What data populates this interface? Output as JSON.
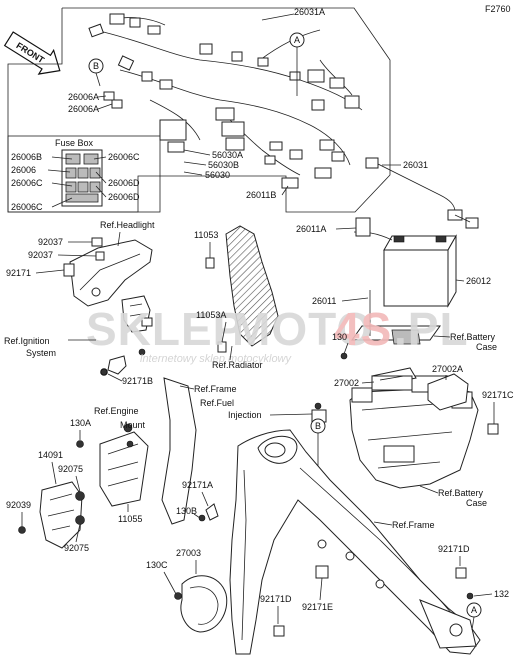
{
  "figure_code": "F2760",
  "direction": "FRONT",
  "watermark": {
    "brand_left": "SKLEP",
    "brand_mid": "MOTO",
    "brand_num": "4S",
    "brand_tld": ".PL",
    "tagline": "internetowy sklep motocyklowy"
  },
  "fuse_box": {
    "title": "Fuse Box",
    "left": [
      "26006B",
      "26006",
      "26006C",
      "26006C"
    ],
    "right": [
      "26006C",
      "26006D",
      "26006D"
    ]
  },
  "callouts": {
    "A": "A",
    "B": "B",
    "p26031A": "26031A",
    "p26006A_1": "26006A",
    "p26006A_2": "26006A",
    "p56030A": "56030A",
    "p56030B": "56030B",
    "p56030": "56030",
    "p26011B": "26011B",
    "p26031": "26031",
    "p26011A": "26011A",
    "p26012": "26012",
    "p26011": "26011",
    "p92037_1": "92037",
    "p92037_2": "92037",
    "p92171": "92171",
    "p11053": "11053",
    "p11053A": "11053A",
    "p130": "130",
    "p92171B": "92171B",
    "p130A": "130A",
    "p14091": "14091",
    "p92075_1": "92075",
    "p92075_2": "92075",
    "p92039": "92039",
    "p11055": "11055",
    "p92171A": "92171A",
    "p130B": "130B",
    "p27003": "27003",
    "p130C": "130C",
    "p92171D_1": "92171D",
    "p92171D_2": "92171D",
    "p92171E": "92171E",
    "p132": "132",
    "p27002": "27002",
    "p27002A": "27002A",
    "p92171C": "92171C"
  },
  "refs": {
    "headlight": "Ref.Headlight",
    "ignition_1": "Ref.Ignition",
    "ignition_2": "System",
    "radiator": "Ref.Radiator",
    "frame_1": "Ref.Frame",
    "fuel_1": "Ref.Fuel",
    "fuel_2": "Injection",
    "engine_1": "Ref.Engine",
    "engine_2": "Mount",
    "battery_case_1a": "Ref.Battery",
    "battery_case_1b": "Case",
    "battery_case_2a": "Ref.Battery",
    "battery_case_2b": "Case",
    "frame_2": "Ref.Frame"
  }
}
